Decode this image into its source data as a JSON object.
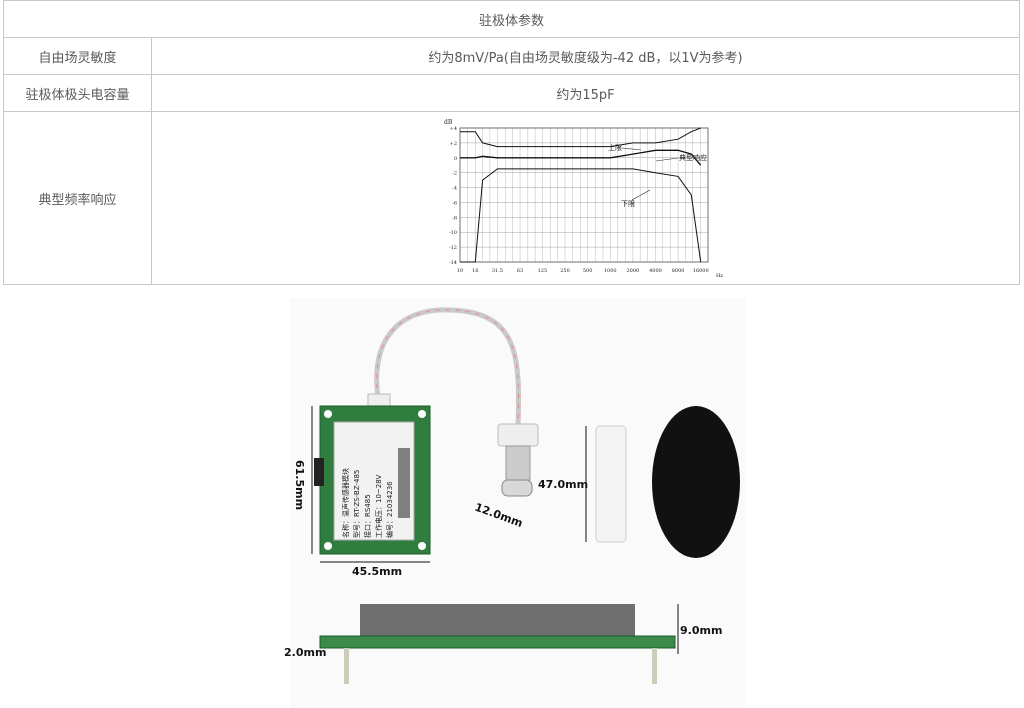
{
  "table": {
    "header": "驻极体参数",
    "rows": [
      {
        "label": "自由场灵敏度",
        "value": "约为8mV/Pa(自由场灵敏度级为-42 dB，以1V为参考)"
      },
      {
        "label": "驻极体极头电容量",
        "value": "约为15pF"
      },
      {
        "label": "典型频率响应",
        "value": ""
      }
    ]
  },
  "chart": {
    "unit_top": "dB",
    "unit_right": "Hz",
    "y_ticks": [
      "+4",
      "+2",
      "0",
      "-2",
      "-4",
      "-6",
      "-8",
      "-10",
      "-12",
      "-14"
    ],
    "x_ticks": [
      "10",
      "16",
      "31.5",
      "63",
      "125",
      "250",
      "500",
      "1000",
      "2000",
      "4000",
      "8000",
      "16000"
    ],
    "annotations": {
      "upper": "上限",
      "typical": "典型响应",
      "lower": "下限"
    }
  },
  "chart_data": {
    "type": "line",
    "x": [
      10,
      16,
      20,
      31.5,
      63,
      125,
      250,
      500,
      1000,
      2000,
      4000,
      8000,
      12000,
      16000
    ],
    "series": [
      {
        "name": "上限",
        "values": [
          3.5,
          3.5,
          2,
          1.5,
          1.5,
          1.5,
          1.5,
          1.5,
          1.5,
          2,
          2,
          2.5,
          3.5,
          4
        ]
      },
      {
        "name": "典型响应",
        "values": [
          0,
          0,
          0.2,
          0,
          0,
          0,
          0,
          0,
          0,
          0.5,
          1,
          1,
          0.5,
          -1
        ]
      },
      {
        "name": "下限",
        "values": [
          -14,
          -14,
          -3,
          -1.5,
          -1.5,
          -1.5,
          -1.5,
          -1.5,
          -1.5,
          -1.5,
          -2,
          -2.5,
          -5,
          -14
        ]
      }
    ],
    "ylim": [
      -14,
      4
    ],
    "xscale": "log"
  },
  "photo": {
    "board_label": [
      "名称：温声传感器模块",
      "型号：RT-ZS-BZ-485",
      "接口：RS485",
      "工作电压：10~28V",
      "编号：21034236"
    ],
    "dims": {
      "height": "61.5mm",
      "width": "45.5mm",
      "mic_dia": "12.0mm",
      "tube_len": "47.0mm",
      "thickness": "9.0mm",
      "pcb": "2.0mm"
    }
  }
}
